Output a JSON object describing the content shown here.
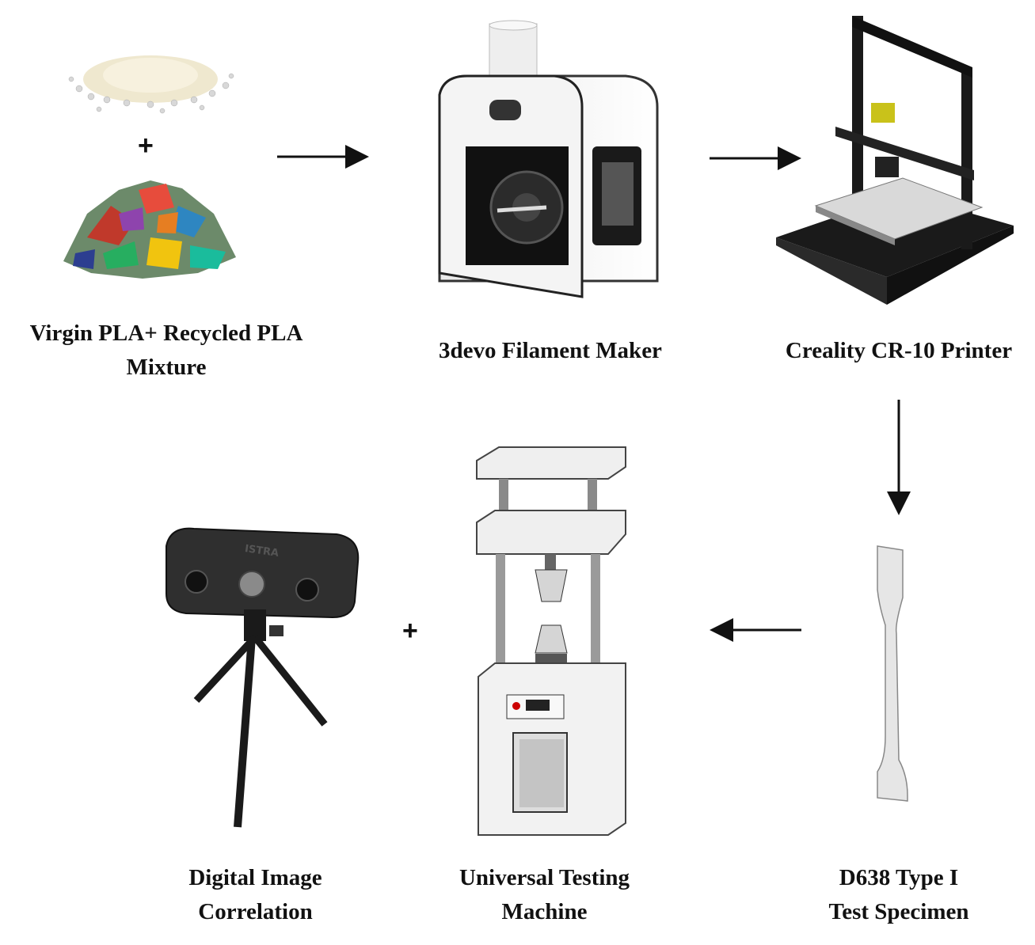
{
  "steps": [
    {
      "id": "mixture",
      "lines": [
        "Virgin PLA+ Recycled PLA",
        "Mixture"
      ]
    },
    {
      "id": "filament-maker",
      "lines": [
        "3devo Filament Maker"
      ]
    },
    {
      "id": "printer",
      "lines": [
        "Creality CR-10 Printer"
      ]
    },
    {
      "id": "specimen",
      "lines": [
        "D638 Type I",
        "Test Specimen"
      ]
    },
    {
      "id": "utm",
      "lines": [
        "Universal Testing",
        "Machine"
      ]
    },
    {
      "id": "dic",
      "lines": [
        "Digital Image",
        "Correlation"
      ]
    }
  ],
  "symbols": {
    "plus_top": "+",
    "plus_bottom": "+"
  },
  "camera_brand": "ISTRA"
}
